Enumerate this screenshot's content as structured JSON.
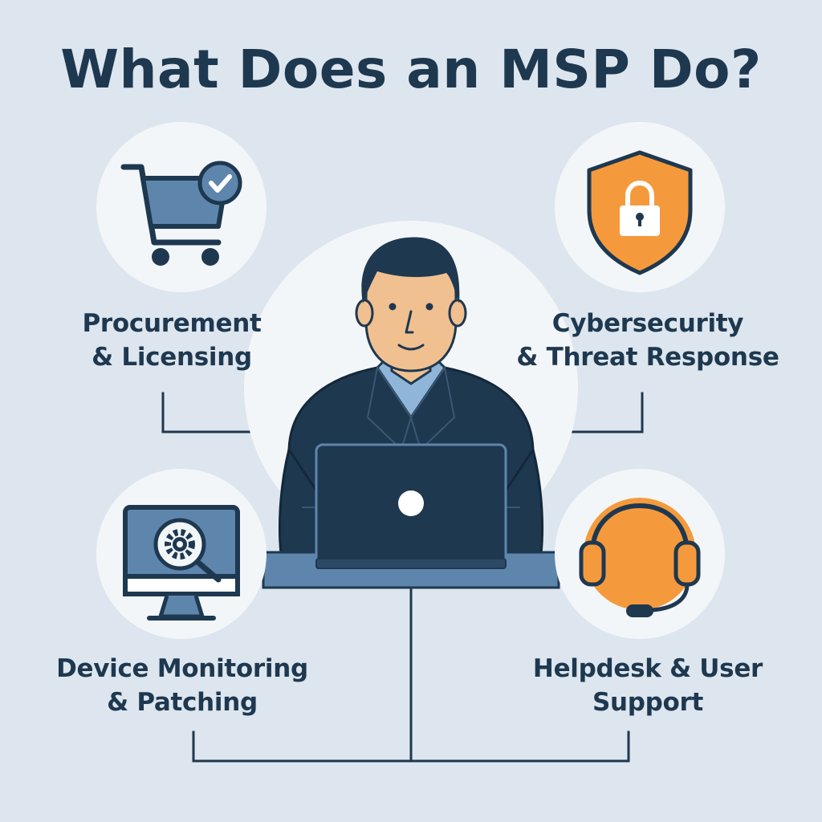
{
  "title": "What Does an MSP Do?",
  "services": [
    {
      "line1": "Procurement",
      "line2": "& Licensing",
      "icon": "shopping-cart-icon"
    },
    {
      "line1": "Cybersecurity",
      "line2": "& Threat Response",
      "icon": "shield-lock-icon"
    },
    {
      "line1": "Device Monitoring",
      "line2": "& Patching",
      "icon": "monitor-gear-icon"
    },
    {
      "line1": "Helpdesk & User",
      "line2": "Support",
      "icon": "headset-icon"
    }
  ],
  "colors": {
    "background": "#dde6ee",
    "text": "#1e3850",
    "accent_blue": "#5e86ad",
    "accent_orange": "#f59a3c"
  }
}
